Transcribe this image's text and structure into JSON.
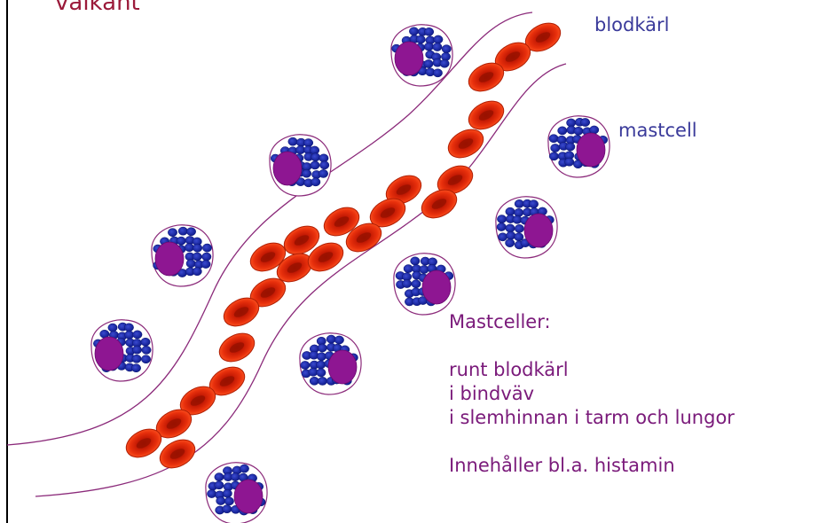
{
  "title": "valkant",
  "labels": {
    "blood_vessel": "blodkärl",
    "mast_cell": "mastcell"
  },
  "info": {
    "heading": "Mastceller:",
    "locations": [
      "runt blodkärl",
      "i bindväv",
      "i slemhinnan i tarm och lungor"
    ],
    "contents": "Innehåller bl.a. histamin"
  },
  "colors": {
    "title": "#9b1a3a",
    "label": "#3a3a9a",
    "info_text": "#7a1a7a",
    "vessel_wall": "#8b2a7a",
    "red_cell": "#e0260a",
    "red_cell_core": "#9a1200",
    "granule": "#1e2ba8",
    "nucleus": "#8e1692"
  }
}
